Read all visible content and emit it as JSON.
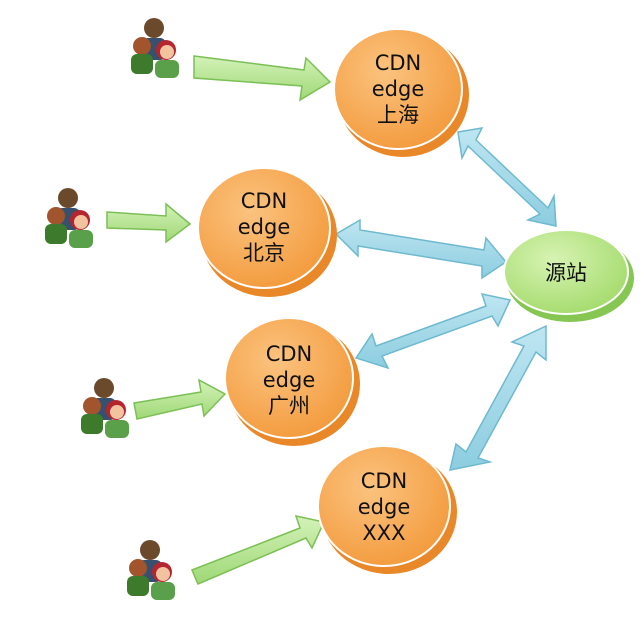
{
  "diagram": {
    "edges": [
      {
        "lines": [
          "CDN",
          "edge",
          "上海"
        ]
      },
      {
        "lines": [
          "CDN",
          "edge",
          "北京"
        ]
      },
      {
        "lines": [
          "CDN",
          "edge",
          "广州"
        ]
      },
      {
        "lines": [
          "CDN",
          "edge",
          "XXX"
        ]
      }
    ],
    "origin": {
      "label": "源站"
    }
  },
  "colors": {
    "edge_fill": "#f7a24a",
    "edge_rim": "#e98828",
    "origin_fill": "#b9e58a",
    "origin_rim": "#86c653",
    "user_arrow": "#b4e48c",
    "link_arrow": "#9fd6e6"
  }
}
